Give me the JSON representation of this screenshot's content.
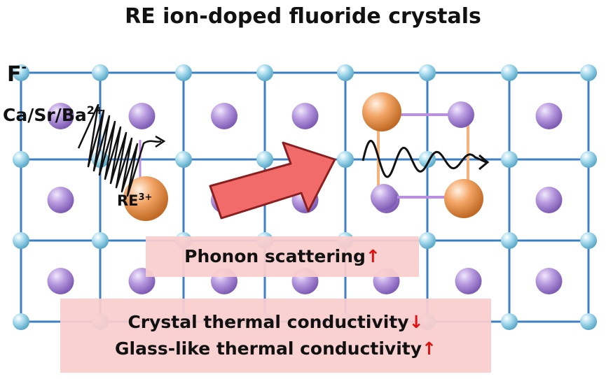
{
  "title": "RE ion-doped fluoride crystals",
  "labels": {
    "anion": "F",
    "anion_charge": "-",
    "host_cations": "Ca/Sr/Ba",
    "host_charge": "2+",
    "dopant": "RE",
    "dopant_charge": "3+"
  },
  "boxes": {
    "phonon": {
      "text": "Phonon scattering",
      "arrow": "↑"
    },
    "crystal": {
      "text": "Crystal thermal conductivity",
      "arrow": "↓"
    },
    "glass": {
      "text": "Glass-like thermal conductivity",
      "arrow": "↑"
    }
  },
  "colors": {
    "grid_line": "#3f7fc4",
    "anion_sphere": "#a9dcee",
    "cation_sphere": "#b99ce0",
    "dopant_sphere": "#f3a566",
    "big_arrow_fill": "#f26b6b",
    "box_fill": "#facdcd",
    "indicator_arrow": "#e01010"
  }
}
